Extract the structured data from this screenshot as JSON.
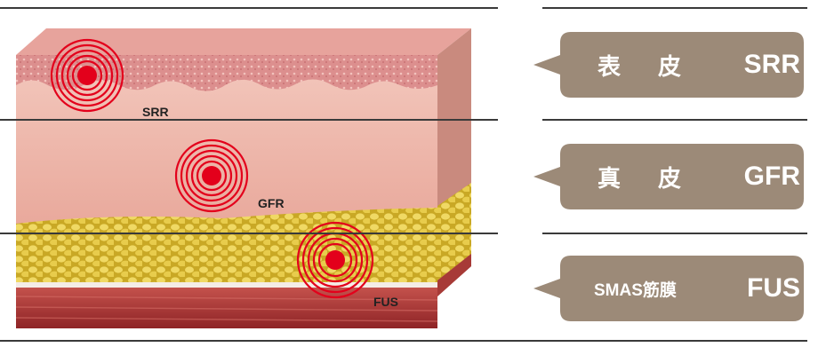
{
  "layers": [
    {
      "name_part1": "表",
      "name_part2": "皮",
      "code": "SRR"
    },
    {
      "name_part1": "真",
      "name_part2": "皮",
      "code": "GFR"
    },
    {
      "name_full": "SMAS筋膜",
      "code": "FUS"
    }
  ],
  "tissue_labels": [
    "SRR",
    "GFR",
    "FUS"
  ],
  "colors": {
    "callout_fill": "#9c8a78",
    "epidermis": "#d9888a",
    "dermis": "#eeb7ac",
    "fat": "#e0c545",
    "muscle": "#b23a38",
    "target": "#e3001b"
  },
  "icons": [
    "focal-target-icon"
  ]
}
